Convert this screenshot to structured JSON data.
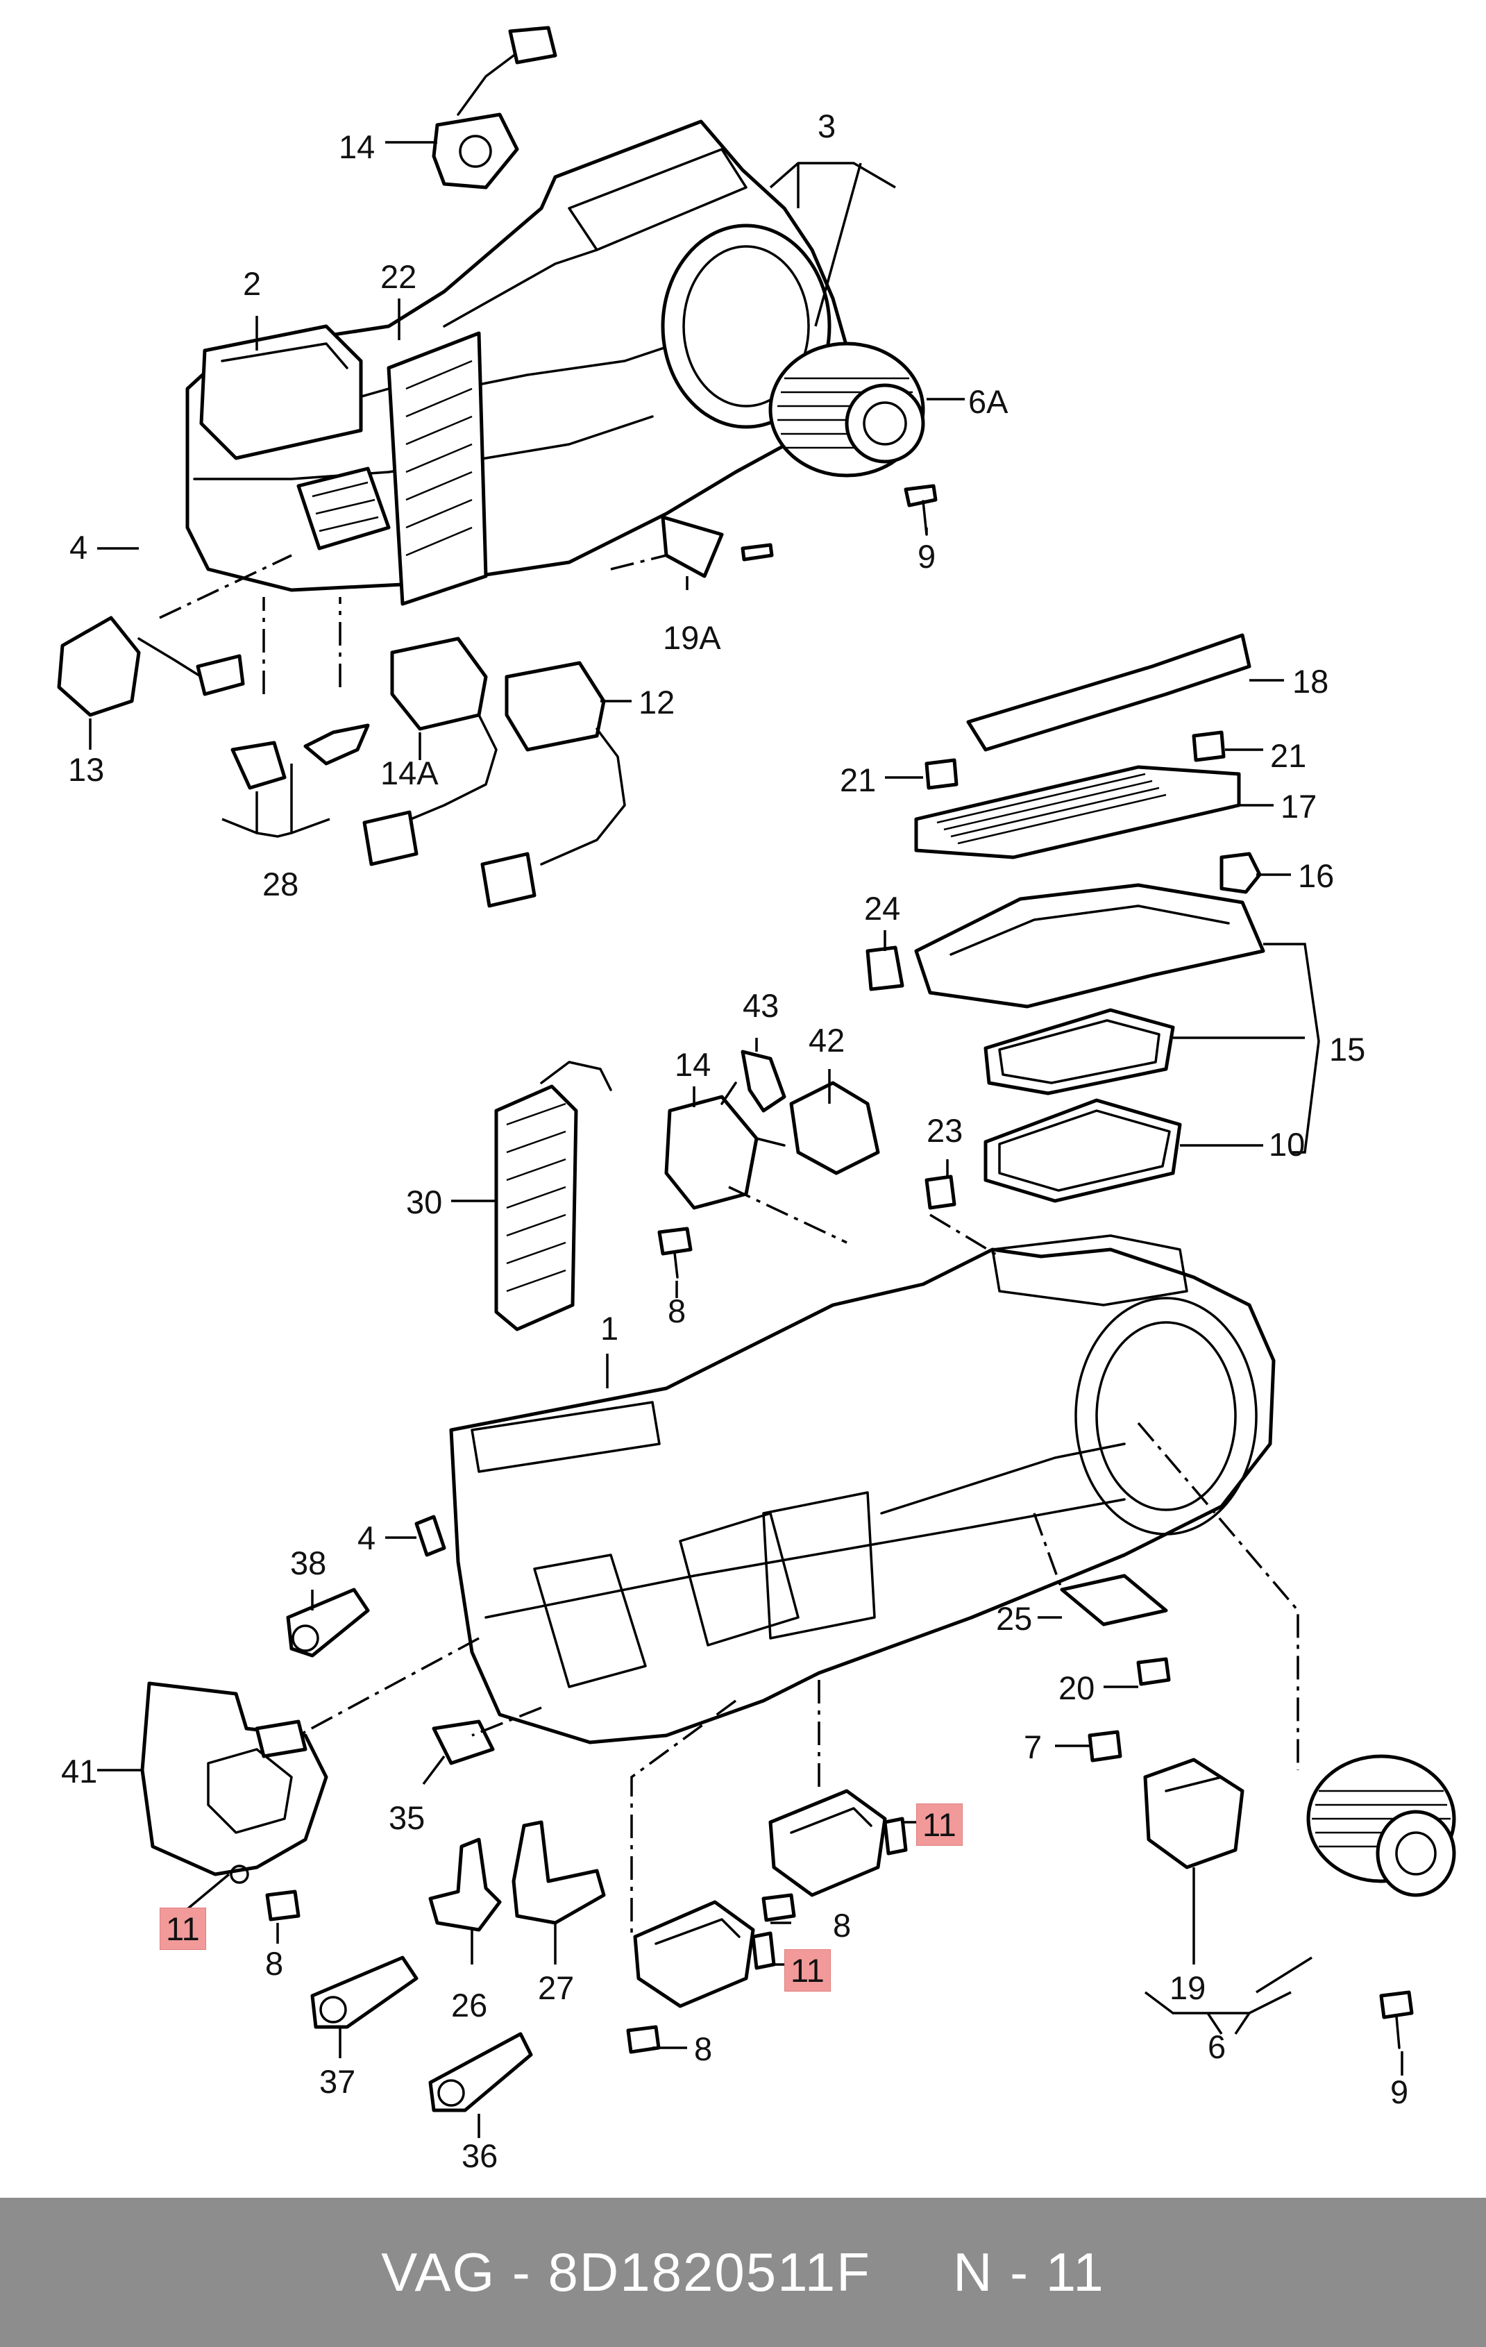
{
  "labels": {
    "l14a": "14",
    "l3": "3",
    "l2": "2",
    "l22": "22",
    "l6a": "6A",
    "l4a": "4",
    "l9a": "9",
    "l19a": "19A",
    "l12": "12",
    "l13": "13",
    "l14A": "14A",
    "l28": "28",
    "l18": "18",
    "l21a": "21",
    "l21b": "21",
    "l17": "17",
    "l16": "16",
    "l24": "24",
    "l43": "43",
    "l42": "42",
    "l14b": "14",
    "l15": "15",
    "l30": "30",
    "l23": "23",
    "l10": "10",
    "l8a": "8",
    "l1": "1",
    "l4b": "4",
    "l38": "38",
    "l25": "25",
    "l20": "20",
    "l41": "41",
    "l7": "7",
    "l35": "35",
    "l11a": "11",
    "l11b": "11",
    "l11c": "11",
    "l8b": "8",
    "l8c": "8",
    "l8d": "8",
    "l26": "26",
    "l27": "27",
    "l19": "19",
    "l6": "6",
    "l9b": "9",
    "l37": "37",
    "l36": "36"
  },
  "highlight_color": "#f29a9a",
  "footer": {
    "brand": "VAG",
    "separator": " - ",
    "part_number": "8D1820511F",
    "gap": "     ",
    "position_prefix": "N",
    "position_separator": " - ",
    "position_number": "11",
    "background": "#8d8d8d"
  }
}
